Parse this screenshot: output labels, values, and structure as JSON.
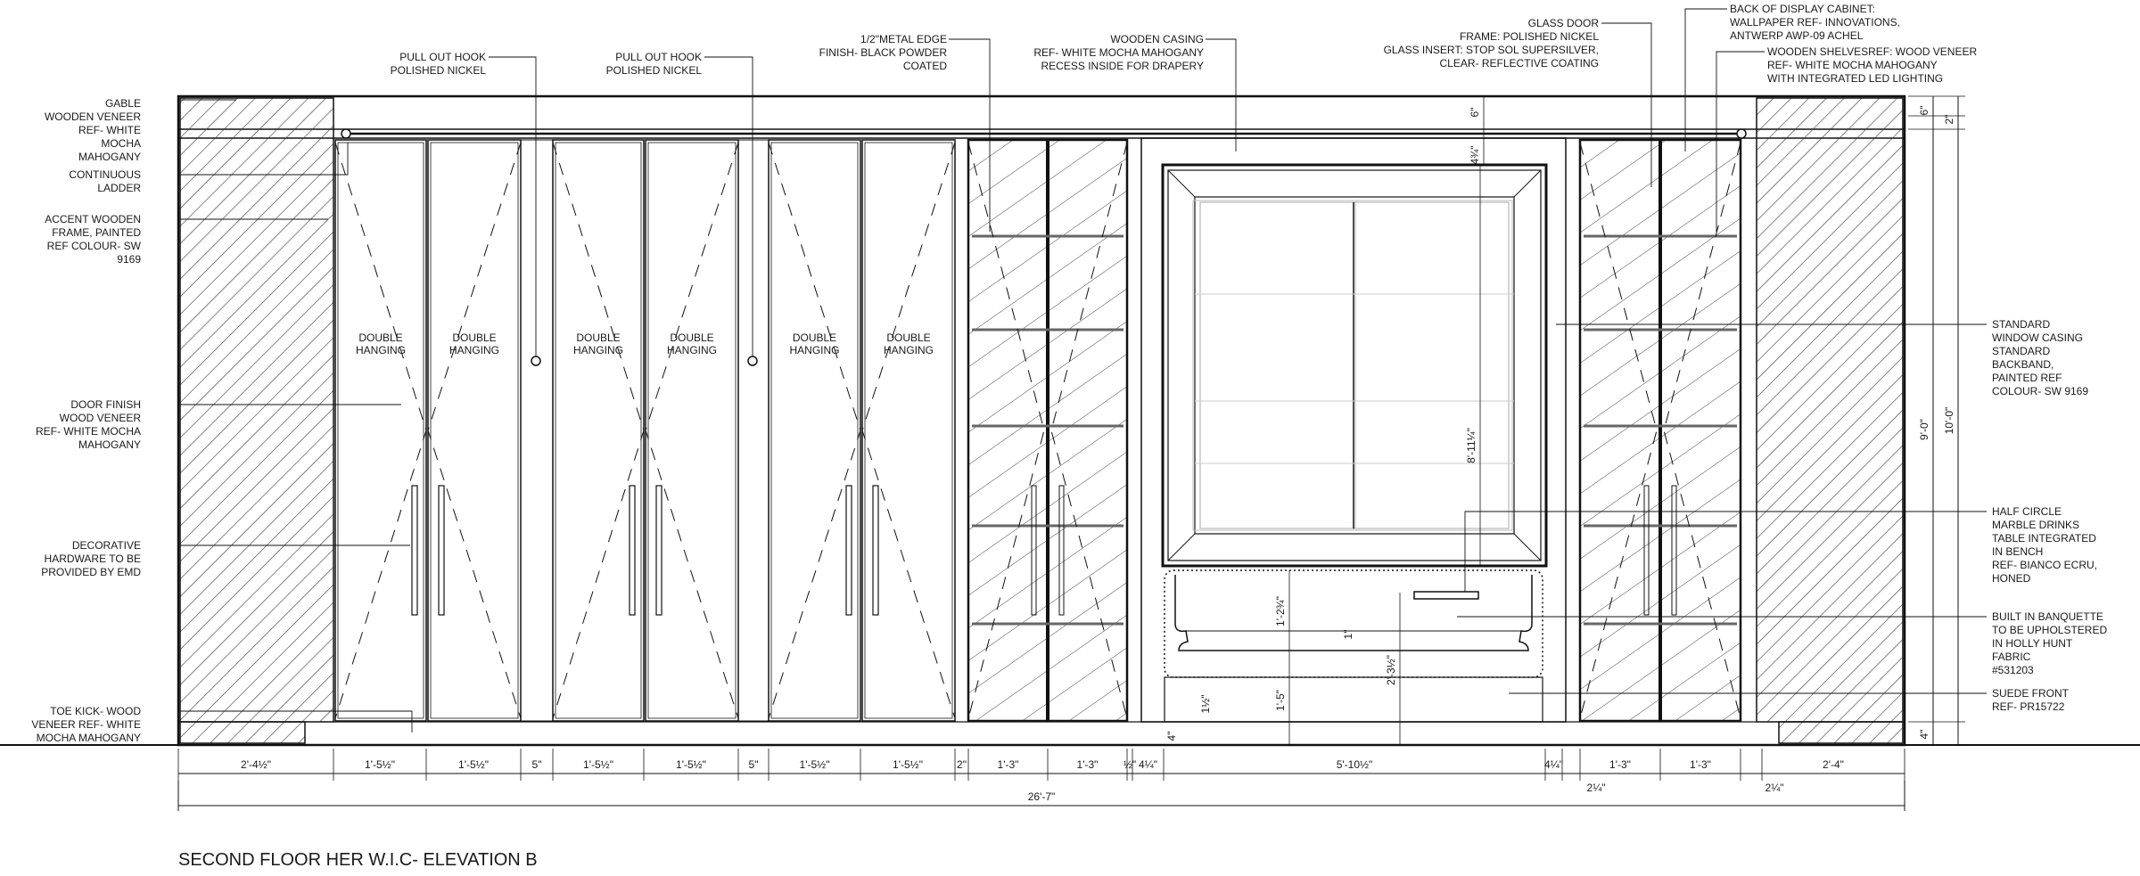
{
  "title": "SECOND FLOOR HER W.I.C- ELEVATION B",
  "left_notes": [
    {
      "id": "gable",
      "lines": [
        "GABLE",
        "WOODEN VENEER",
        "REF- WHITE",
        "MOCHA",
        "MAHOGANY"
      ]
    },
    {
      "id": "ladder",
      "lines": [
        "CONTINUOUS",
        "LADDER"
      ]
    },
    {
      "id": "accent-frame",
      "lines": [
        "ACCENT WOODEN",
        "FRAME, PAINTED",
        "REF COLOUR- SW",
        "9169"
      ]
    },
    {
      "id": "door-finish",
      "lines": [
        "DOOR FINISH",
        "WOOD VENEER",
        "REF- WHITE MOCHA",
        "MAHOGANY"
      ]
    },
    {
      "id": "hardware",
      "lines": [
        "DECORATIVE",
        "HARDWARE TO BE",
        "PROVIDED BY EMD"
      ]
    },
    {
      "id": "toe-kick",
      "lines": [
        "TOE KICK- WOOD",
        "VENEER REF- WHITE",
        "MOCHA MAHOGANY"
      ]
    }
  ],
  "top_notes": [
    {
      "id": "hook-1",
      "lines": [
        "PULL OUT HOOK",
        "POLISHED NICKEL"
      ]
    },
    {
      "id": "hook-2",
      "lines": [
        "PULL OUT HOOK",
        "POLISHED NICKEL"
      ]
    },
    {
      "id": "metal-edge",
      "lines": [
        "1/2\"METAL EDGE",
        "FINISH- BLACK POWDER",
        "COATED"
      ]
    },
    {
      "id": "wooden-casing",
      "lines": [
        "WOODEN CASING",
        "REF- WHITE MOCHA MAHOGANY",
        "",
        "RECESS INSIDE FOR DRAPERY"
      ]
    },
    {
      "id": "glass-door",
      "lines": [
        "GLASS DOOR",
        "FRAME: POLISHED NICKEL",
        "",
        "GLASS INSERT: STOP SOL SUPERSILVER,",
        "CLEAR- REFLECTIVE COATING"
      ]
    },
    {
      "id": "back-cabinet",
      "lines": [
        "BACK OF DISPLAY CABINET:",
        "WALLPAPER REF- INNOVATIONS,",
        "ANTWERP AWP-09 ACHEL"
      ]
    },
    {
      "id": "shelves",
      "lines": [
        "WOODEN SHELVESREF:  WOOD VENEER",
        "REF- WHITE MOCHA MAHOGANY",
        "WITH INTEGRATED LED LIGHTING"
      ]
    }
  ],
  "right_notes": [
    {
      "id": "window-casing",
      "lines": [
        "STANDARD",
        "WINDOW CASING",
        "",
        "STANDARD",
        "BACKBAND,",
        "PAINTED REF",
        "COLOUR-  SW  9169"
      ]
    },
    {
      "id": "drinks-table",
      "lines": [
        "HALF CIRCLE",
        "MARBLE DRINKS",
        "TABLE INTEGRATED",
        "IN BENCH",
        "REF- BIANCO ECRU,",
        "HONED"
      ]
    },
    {
      "id": "banquette",
      "lines": [
        "BUILT IN BANQUETTE",
        "TO BE UPHOLSTERED",
        "IN HOLLY HUNT",
        "FABRIC",
        "#531203"
      ]
    },
    {
      "id": "suede",
      "lines": [
        "SUEDE FRONT",
        "REF- PR15722"
      ]
    }
  ],
  "hanging_label": [
    "DOUBLE",
    "HANGING"
  ],
  "bottom_dims": [
    "2'-4½\"",
    "1'-5½\"",
    "1'-5½\"",
    "5\"",
    "1'-5½\"",
    "1'-5½\"",
    "5\"",
    "1'-5½\"",
    "1'-5½\"",
    "2\"",
    "1'-3\"",
    "1'-3\"",
    "½\"",
    "4¼\"",
    "5'-10½\"",
    "4¼\"",
    "2¼\"",
    "1'-3\"",
    "1'-3\"",
    "2¼\"",
    "2'-4\""
  ],
  "overall_dim": "26'-7\"",
  "right_dims": {
    "top_6": "6\"",
    "top_2": "2\"",
    "height_9": "9'-0\"",
    "height_10": "10'-0\"",
    "base_4": "4\""
  },
  "inner_dims": {
    "window_top_6": "6\"",
    "window_top_4": "4¾\"",
    "window_height": "8'-11¼\"",
    "bench_back": "1'-2¾\"",
    "bench_1": "1\"",
    "bench_seat": "2'-3½\"",
    "bench_base": "1'-5\"",
    "bench_half": "1½\"",
    "bench_4": "4\""
  }
}
